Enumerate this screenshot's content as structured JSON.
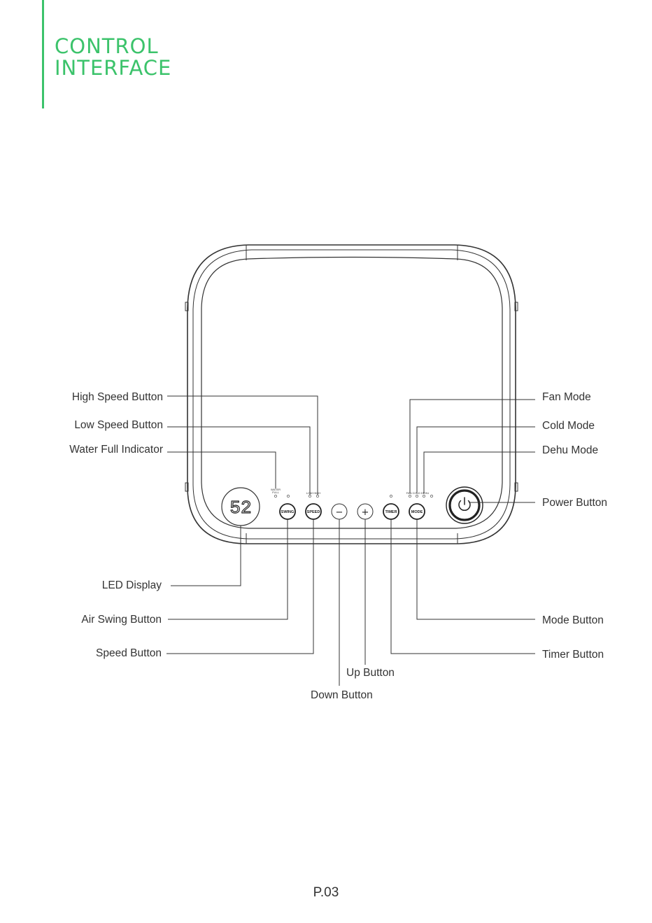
{
  "header": {
    "title_line1": "CONTROL",
    "title_line2": "INTERFACE",
    "accent_color": "#3cc36b"
  },
  "panel": {
    "led_display_value": "52",
    "indicator_labels": {
      "water_full_line1": "WATER",
      "water_full_line2": "FULL",
      "speed": "LOW HIGH",
      "modes": "FAN COLD DEHU"
    },
    "buttons": {
      "swing": "SWING",
      "speed": "SPEED",
      "down": "−",
      "up": "+",
      "timer": "TIMER",
      "mode": "MODE"
    },
    "power_icon": "power-icon"
  },
  "callouts": {
    "high_speed_button": "High Speed Button",
    "low_speed_button": "Low Speed Button",
    "water_full_indicator": "Water Full Indicator",
    "fan_mode": "Fan Mode",
    "cold_mode": "Cold Mode",
    "dehu_mode": "Dehu Mode",
    "power_button": "Power Button",
    "led_display": "LED Display",
    "air_swing_button": "Air Swing Button",
    "speed_button": "Speed Button",
    "mode_button": "Mode Button",
    "timer_button": "Timer Button",
    "up_button": "Up Button",
    "down_button": "Down Button"
  },
  "footer": {
    "page_number": "P.03"
  }
}
